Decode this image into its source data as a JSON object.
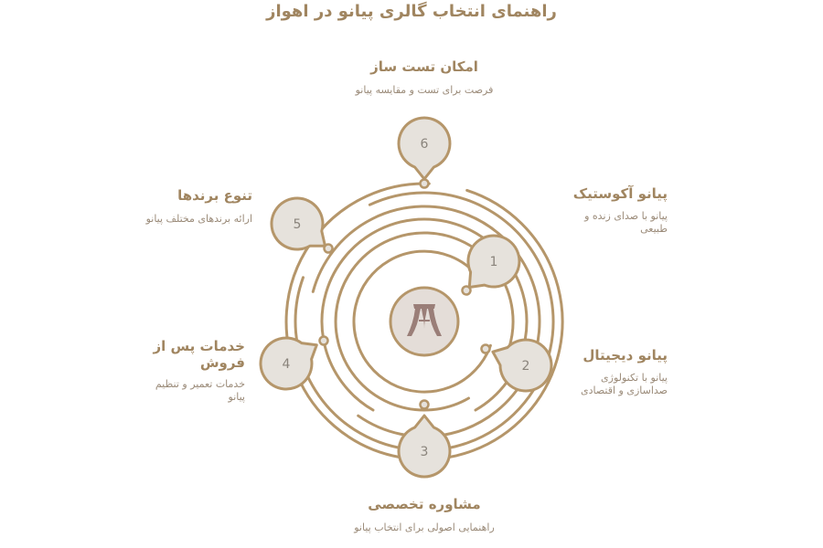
{
  "title": "راهنمای انتخاب گالری پیانو در اهواز",
  "colors": {
    "stroke": "#b5966a",
    "marker_fill": "#e6e2dc",
    "marker_text": "#8a847c",
    "center_fill": "#e4ddd8",
    "center_icon": "#9a7e78",
    "heading": "#a08560",
    "description": "#9a8a78"
  },
  "center_icon": "azadi-tower-icon",
  "items": [
    {
      "number": "1",
      "title": "پیانو آکوستیک",
      "description": "پیانو با صدای زنده و طبیعی"
    },
    {
      "number": "2",
      "title": "پیانو دیجیتال",
      "description": "پیانو با تکنولوژی صداسازی و اقتصادی"
    },
    {
      "number": "3",
      "title": "مشاوره تخصصی",
      "description": "راهنمایی اصولی برای انتخاب پیانو"
    },
    {
      "number": "4",
      "title": "خدمات پس از فروش",
      "description": "خدمات تعمیر و تنظیم پیانو"
    },
    {
      "number": "5",
      "title": "تنوع برندها",
      "description": "ارائه برندهای مختلف پیانو"
    },
    {
      "number": "6",
      "title": "امکان تست ساز",
      "description": "فرصت برای تست و مقایسه پیانو"
    }
  ]
}
